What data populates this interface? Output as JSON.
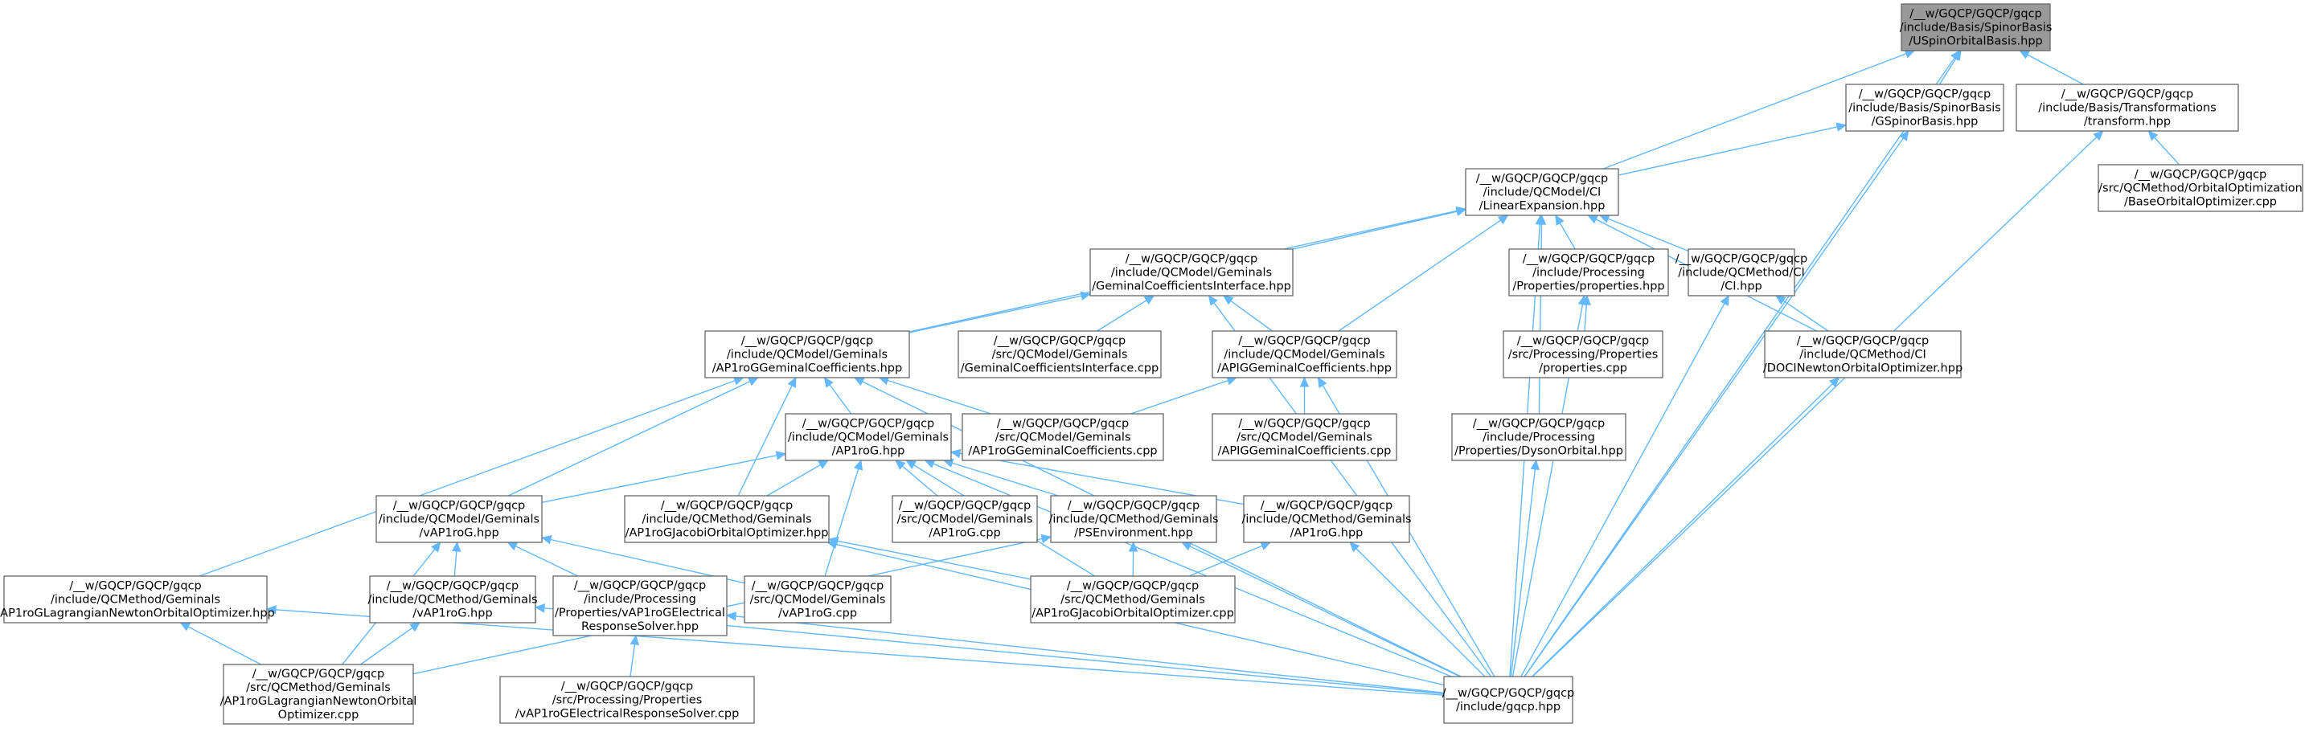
{
  "nodes": [
    {
      "id": "uspinorbitalbasis",
      "root": true,
      "lines": [
        "/__w/GQCP/GQCP/gqcp",
        "/include/Basis/SpinorBasis",
        "/USpinOrbitalBasis.hpp"
      ]
    },
    {
      "id": "gspinorbasis",
      "lines": [
        "/__w/GQCP/GQCP/gqcp",
        "/include/Basis/SpinorBasis",
        "/GSpinorBasis.hpp"
      ]
    },
    {
      "id": "transform",
      "lines": [
        "/__w/GQCP/GQCP/gqcp",
        "/include/Basis/Transformations",
        "/transform.hpp"
      ]
    },
    {
      "id": "baseorbitaloptimizer",
      "lines": [
        "/__w/GQCP/GQCP/gqcp",
        "/src/QCMethod/OrbitalOptimization",
        "/BaseOrbitalOptimizer.cpp"
      ]
    },
    {
      "id": "linearexpansion",
      "lines": [
        "/__w/GQCP/GQCP/gqcp",
        "/include/QCModel/CI",
        "/LinearExpansion.hpp"
      ]
    },
    {
      "id": "geminalcoefficientsinterface_hpp",
      "lines": [
        "/__w/GQCP/GQCP/gqcp",
        "/include/QCModel/Geminals",
        "/GeminalCoefficientsInterface.hpp"
      ]
    },
    {
      "id": "properties_hpp",
      "lines": [
        "/__w/GQCP/GQCP/gqcp",
        "/include/Processing",
        "/Properties/properties.hpp"
      ]
    },
    {
      "id": "ci_hpp",
      "lines": [
        "/__w/GQCP/GQCP/gqcp",
        "/include/QCMethod/CI",
        "/CI.hpp"
      ]
    },
    {
      "id": "ap1rog_geminalcoefficients_hpp",
      "lines": [
        "/__w/GQCP/GQCP/gqcp",
        "/include/QCModel/Geminals",
        "/AP1roGGeminalCoefficients.hpp"
      ]
    },
    {
      "id": "geminalcoefficientsinterface_cpp",
      "lines": [
        "/__w/GQCP/GQCP/gqcp",
        "/src/QCModel/Geminals",
        "/GeminalCoefficientsInterface.cpp"
      ]
    },
    {
      "id": "apig_geminalcoefficients_hpp",
      "lines": [
        "/__w/GQCP/GQCP/gqcp",
        "/include/QCModel/Geminals",
        "/APIGGeminalCoefficients.hpp"
      ]
    },
    {
      "id": "properties_cpp",
      "lines": [
        "/__w/GQCP/GQCP/gqcp",
        "/src/Processing/Properties",
        "/properties.cpp"
      ]
    },
    {
      "id": "docinewton",
      "lines": [
        "/__w/GQCP/GQCP/gqcp",
        "/include/QCMethod/CI",
        "/DOCINewtonOrbitalOptimizer.hpp"
      ]
    },
    {
      "id": "ap1rog_qcmodel_hpp",
      "lines": [
        "/__w/GQCP/GQCP/gqcp",
        "/include/QCModel/Geminals",
        "/AP1roG.hpp"
      ]
    },
    {
      "id": "ap1rog_geminalcoefficients_cpp",
      "lines": [
        "/__w/GQCP/GQCP/gqcp",
        "/src/QCModel/Geminals",
        "/AP1roGGeminalCoefficients.cpp"
      ]
    },
    {
      "id": "apig_geminalcoefficients_cpp",
      "lines": [
        "/__w/GQCP/GQCP/gqcp",
        "/src/QCModel/Geminals",
        "/APIGGeminalCoefficients.cpp"
      ]
    },
    {
      "id": "dysonorbital",
      "lines": [
        "/__w/GQCP/GQCP/gqcp",
        "/include/Processing",
        "/Properties/DysonOrbital.hpp"
      ]
    },
    {
      "id": "vap1rog_qcmodel_hpp",
      "lines": [
        "/__w/GQCP/GQCP/gqcp",
        "/include/QCModel/Geminals",
        "/vAP1roG.hpp"
      ]
    },
    {
      "id": "jacobi_hpp",
      "lines": [
        "/__w/GQCP/GQCP/gqcp",
        "/include/QCMethod/Geminals",
        "/AP1roGJacobiOrbitalOptimizer.hpp"
      ]
    },
    {
      "id": "ap1rog_qcmodel_cpp",
      "lines": [
        "/__w/GQCP/GQCP/gqcp",
        "/src/QCModel/Geminals",
        "/AP1roG.cpp"
      ]
    },
    {
      "id": "psenvironment",
      "lines": [
        "/__w/GQCP/GQCP/gqcp",
        "/include/QCMethod/Geminals",
        "/PSEnvironment.hpp"
      ]
    },
    {
      "id": "ap1rog_qcmethod_hpp",
      "lines": [
        "/__w/GQCP/GQCP/gqcp",
        "/include/QCMethod/Geminals",
        "/AP1roG.hpp"
      ]
    },
    {
      "id": "lagrangian_hpp",
      "lines": [
        "/__w/GQCP/GQCP/gqcp",
        "/include/QCMethod/Geminals",
        "/AP1roGLagrangianNewtonOrbitalOptimizer.hpp"
      ]
    },
    {
      "id": "vap1rog_qcmethod_hpp",
      "lines": [
        "/__w/GQCP/GQCP/gqcp",
        "/include/QCMethod/Geminals",
        "/vAP1roG.hpp"
      ]
    },
    {
      "id": "electrical_hpp",
      "lines": [
        "/__w/GQCP/GQCP/gqcp",
        "/include/Processing",
        "/Properties/vAP1roGElectrical",
        "ResponseSolver.hpp"
      ]
    },
    {
      "id": "vap1rog_qcmodel_cpp",
      "lines": [
        "/__w/GQCP/GQCP/gqcp",
        "/src/QCModel/Geminals",
        "/vAP1roG.cpp"
      ]
    },
    {
      "id": "jacobi_cpp",
      "lines": [
        "/__w/GQCP/GQCP/gqcp",
        "/src/QCMethod/Geminals",
        "/AP1roGJacobiOrbitalOptimizer.cpp"
      ]
    },
    {
      "id": "lagrangian_cpp",
      "lines": [
        "/__w/GQCP/GQCP/gqcp",
        "/src/QCMethod/Geminals",
        "/AP1roGLagrangianNewtonOrbital",
        "Optimizer.cpp"
      ]
    },
    {
      "id": "electrical_cpp",
      "lines": [
        "/__w/GQCP/GQCP/gqcp",
        "/src/Processing/Properties",
        "/vAP1roGElectricalResponseSolver.cpp"
      ]
    },
    {
      "id": "gqcp_hpp",
      "lines": [
        "/__w/GQCP/GQCP/gqcp",
        "/include/gqcp.hpp"
      ]
    }
  ],
  "edges": [
    [
      "gspinorbasis",
      "uspinorbitalbasis"
    ],
    [
      "linearexpansion",
      "uspinorbitalbasis"
    ],
    [
      "transform",
      "uspinorbitalbasis"
    ],
    [
      "gqcp_hpp",
      "uspinorbitalbasis"
    ],
    [
      "linearexpansion",
      "gspinorbasis"
    ],
    [
      "gqcp_hpp",
      "gspinorbasis"
    ],
    [
      "baseorbitaloptimizer",
      "transform"
    ],
    [
      "gqcp_hpp",
      "transform"
    ],
    [
      "ap1rog_geminalcoefficients_hpp",
      "linearexpansion"
    ],
    [
      "geminalcoefficientsinterface_hpp",
      "linearexpansion"
    ],
    [
      "apig_geminalcoefficients_hpp",
      "linearexpansion"
    ],
    [
      "properties_hpp",
      "linearexpansion"
    ],
    [
      "ci_hpp",
      "linearexpansion"
    ],
    [
      "docinewton",
      "linearexpansion"
    ],
    [
      "dysonorbital",
      "linearexpansion"
    ],
    [
      "gqcp_hpp",
      "linearexpansion"
    ],
    [
      "ap1rog_geminalcoefficients_hpp",
      "geminalcoefficientsinterface_hpp"
    ],
    [
      "geminalcoefficientsinterface_cpp",
      "geminalcoefficientsinterface_hpp"
    ],
    [
      "apig_geminalcoefficients_hpp",
      "geminalcoefficientsinterface_hpp"
    ],
    [
      "gqcp_hpp",
      "geminalcoefficientsinterface_hpp"
    ],
    [
      "properties_cpp",
      "properties_hpp"
    ],
    [
      "gqcp_hpp",
      "properties_hpp"
    ],
    [
      "docinewton",
      "ci_hpp"
    ],
    [
      "gqcp_hpp",
      "ci_hpp"
    ],
    [
      "ap1rog_qcmodel_hpp",
      "ap1rog_geminalcoefficients_hpp"
    ],
    [
      "ap1rog_geminalcoefficients_cpp",
      "ap1rog_geminalcoefficients_hpp"
    ],
    [
      "vap1rog_qcmodel_hpp",
      "ap1rog_geminalcoefficients_hpp"
    ],
    [
      "lagrangian_hpp",
      "ap1rog_geminalcoefficients_hpp"
    ],
    [
      "jacobi_hpp",
      "ap1rog_geminalcoefficients_hpp"
    ],
    [
      "gqcp_hpp",
      "ap1rog_geminalcoefficients_hpp"
    ],
    [
      "apig_geminalcoefficients_cpp",
      "apig_geminalcoefficients_hpp"
    ],
    [
      "ap1rog_geminalcoefficients_cpp",
      "apig_geminalcoefficients_hpp"
    ],
    [
      "gqcp_hpp",
      "apig_geminalcoefficients_hpp"
    ],
    [
      "gqcp_hpp",
      "docinewton"
    ],
    [
      "gqcp_hpp",
      "dysonorbital"
    ],
    [
      "vap1rog_qcmodel_hpp",
      "ap1rog_qcmodel_hpp"
    ],
    [
      "ap1rog_qcmodel_cpp",
      "ap1rog_qcmodel_hpp"
    ],
    [
      "psenvironment",
      "ap1rog_qcmodel_hpp"
    ],
    [
      "ap1rog_qcmethod_hpp",
      "ap1rog_qcmodel_hpp"
    ],
    [
      "jacobi_hpp",
      "ap1rog_qcmodel_hpp"
    ],
    [
      "jacobi_cpp",
      "ap1rog_qcmodel_hpp"
    ],
    [
      "vap1rog_qcmodel_cpp",
      "ap1rog_qcmodel_hpp"
    ],
    [
      "gqcp_hpp",
      "ap1rog_qcmodel_hpp"
    ],
    [
      "vap1rog_qcmethod_hpp",
      "vap1rog_qcmodel_hpp"
    ],
    [
      "electrical_hpp",
      "vap1rog_qcmodel_hpp"
    ],
    [
      "lagrangian_cpp",
      "vap1rog_qcmodel_hpp"
    ],
    [
      "vap1rog_qcmodel_cpp",
      "vap1rog_qcmodel_hpp"
    ],
    [
      "jacobi_cpp",
      "jacobi_hpp"
    ],
    [
      "gqcp_hpp",
      "jacobi_hpp"
    ],
    [
      "jacobi_cpp",
      "psenvironment"
    ],
    [
      "lagrangian_cpp",
      "psenvironment"
    ],
    [
      "gqcp_hpp",
      "psenvironment"
    ],
    [
      "jacobi_cpp",
      "ap1rog_qcmethod_hpp"
    ],
    [
      "gqcp_hpp",
      "ap1rog_qcmethod_hpp"
    ],
    [
      "lagrangian_cpp",
      "lagrangian_hpp"
    ],
    [
      "gqcp_hpp",
      "lagrangian_hpp"
    ],
    [
      "lagrangian_cpp",
      "vap1rog_qcmethod_hpp"
    ],
    [
      "gqcp_hpp",
      "vap1rog_qcmethod_hpp"
    ],
    [
      "electrical_cpp",
      "electrical_hpp"
    ],
    [
      "gqcp_hpp",
      "electrical_hpp"
    ]
  ]
}
